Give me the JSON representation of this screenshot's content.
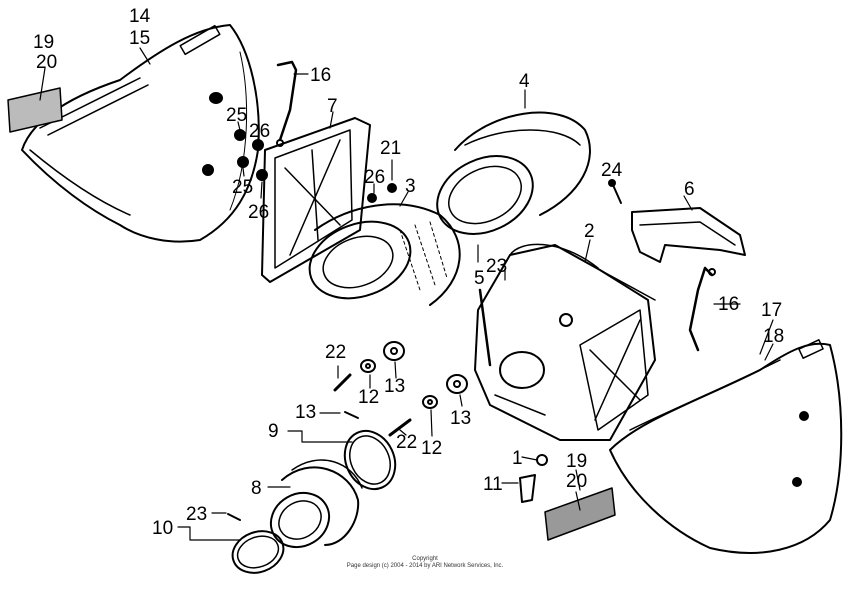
{
  "callouts": [
    {
      "id": "14",
      "text": "14"
    },
    {
      "id": "15",
      "text": "15"
    },
    {
      "id": "19a",
      "text": "19"
    },
    {
      "id": "20a",
      "text": "20"
    },
    {
      "id": "16a",
      "text": "16"
    },
    {
      "id": "7",
      "text": "7"
    },
    {
      "id": "25a",
      "text": "25"
    },
    {
      "id": "26a",
      "text": "26"
    },
    {
      "id": "25b",
      "text": "25"
    },
    {
      "id": "26b",
      "text": "26"
    },
    {
      "id": "26c",
      "text": "26"
    },
    {
      "id": "21",
      "text": "21"
    },
    {
      "id": "3",
      "text": "3"
    },
    {
      "id": "4",
      "text": "4"
    },
    {
      "id": "24",
      "text": "24"
    },
    {
      "id": "6",
      "text": "6"
    },
    {
      "id": "2",
      "text": "2"
    },
    {
      "id": "5",
      "text": "5"
    },
    {
      "id": "23a",
      "text": "23"
    },
    {
      "id": "16b",
      "text": "16"
    },
    {
      "id": "17",
      "text": "17"
    },
    {
      "id": "18",
      "text": "18"
    },
    {
      "id": "22a",
      "text": "22"
    },
    {
      "id": "12a",
      "text": "12"
    },
    {
      "id": "13a",
      "text": "13"
    },
    {
      "id": "13b",
      "text": "13"
    },
    {
      "id": "9",
      "text": "9"
    },
    {
      "id": "22b",
      "text": "22"
    },
    {
      "id": "12b",
      "text": "12"
    },
    {
      "id": "13c",
      "text": "13"
    },
    {
      "id": "1",
      "text": "1"
    },
    {
      "id": "11",
      "text": "11"
    },
    {
      "id": "19b",
      "text": "19"
    },
    {
      "id": "20b",
      "text": "20"
    },
    {
      "id": "8",
      "text": "8"
    },
    {
      "id": "23b",
      "text": "23"
    },
    {
      "id": "10",
      "text": "10"
    }
  ],
  "copyright": {
    "line1": "Copyright",
    "line2": "Page design (c) 2004 - 2014 by ARI Network Services, Inc."
  }
}
